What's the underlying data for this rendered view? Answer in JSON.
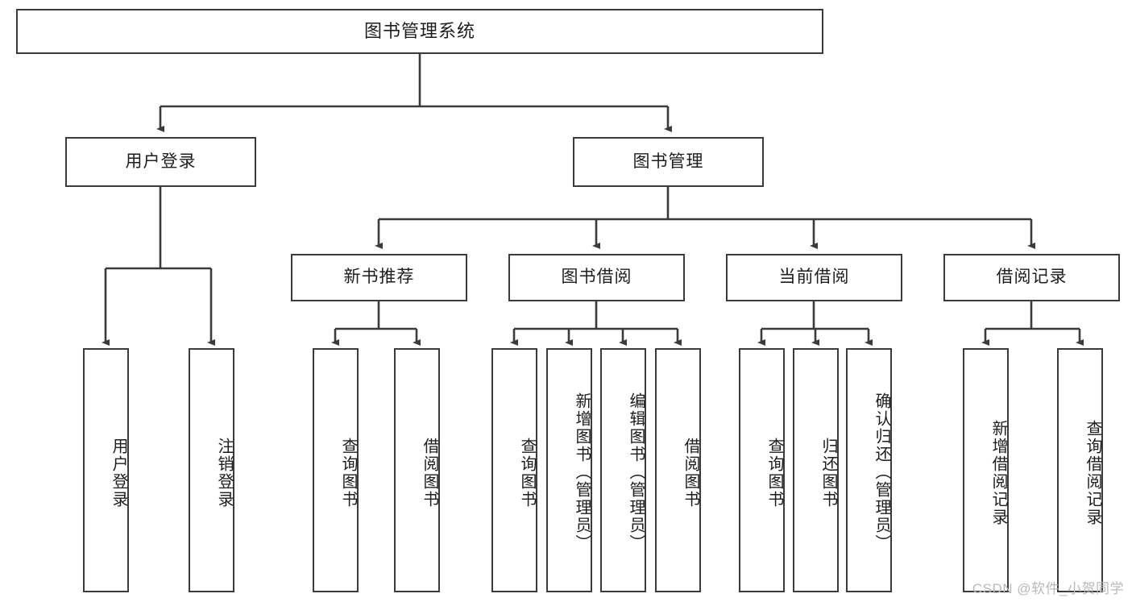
{
  "diagram": {
    "title": "图书管理系统",
    "type": "tree-hierarchy",
    "root": {
      "label": "图书管理系统"
    },
    "level2": [
      {
        "label": "用户登录"
      },
      {
        "label": "图书管理"
      }
    ],
    "level3": [
      {
        "label": "新书推荐"
      },
      {
        "label": "图书借阅"
      },
      {
        "label": "当前借阅"
      },
      {
        "label": "借阅记录"
      }
    ],
    "leaves": {
      "user_login": [
        {
          "label": "用户登录"
        },
        {
          "label": "注销登录"
        }
      ],
      "new_book_recommend": [
        {
          "label": "查询图书"
        },
        {
          "label": "借阅图书"
        }
      ],
      "book_borrow": [
        {
          "label": "查询图书"
        },
        {
          "label": "新增图书（管理员）"
        },
        {
          "label": "编辑图书（管理员）"
        },
        {
          "label": "借阅图书"
        }
      ],
      "current_borrow": [
        {
          "label": "查询图书"
        },
        {
          "label": "归还图书"
        },
        {
          "label": "确认归还（管理员）"
        }
      ],
      "borrow_record": [
        {
          "label": "新增借阅记录"
        },
        {
          "label": "查询借阅记录"
        }
      ]
    }
  },
  "watermark": {
    "text": "CSDN @软件_小贺同学"
  },
  "colors": {
    "stroke": "#3b3b3b",
    "background": "#ffffff",
    "text": "#1d1d1d",
    "watermark": "#b9b9b9"
  }
}
